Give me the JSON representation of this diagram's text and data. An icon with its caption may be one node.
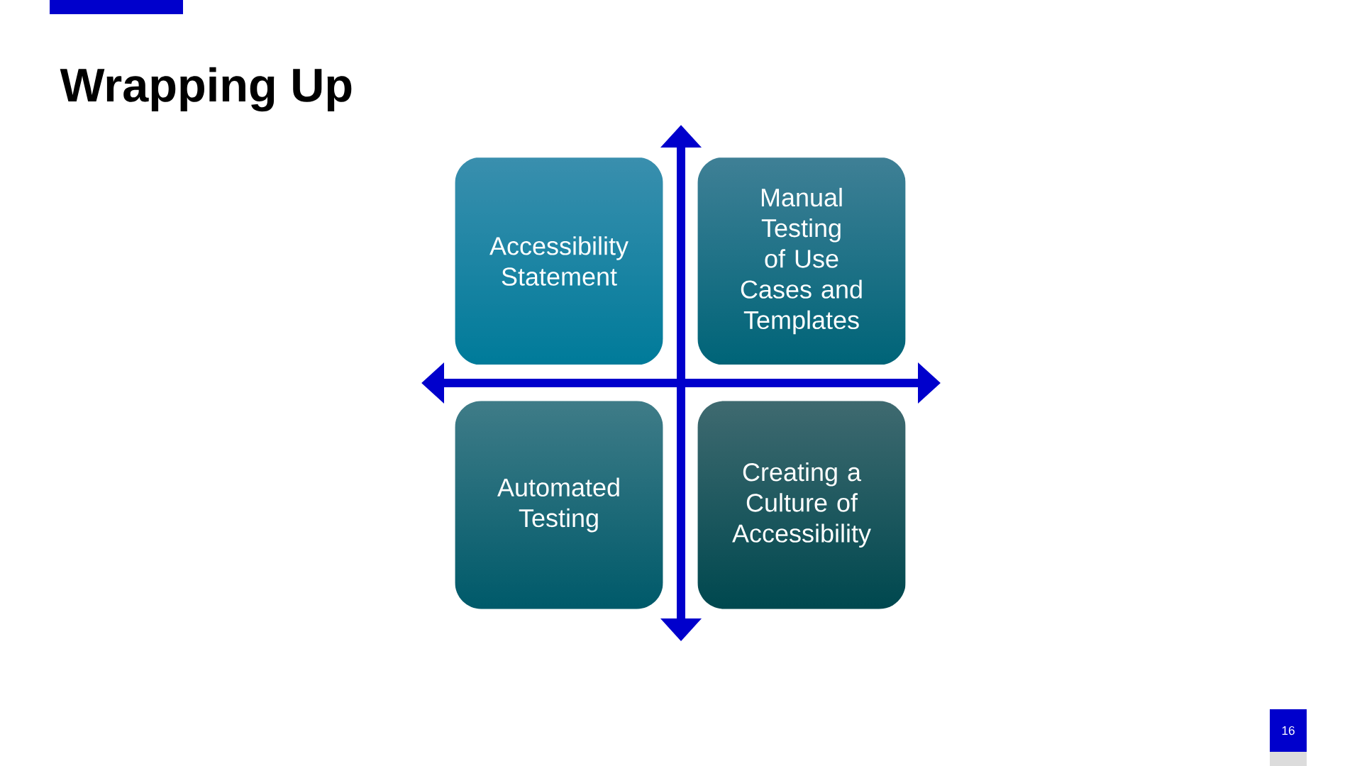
{
  "diagram": {
    "title": "Wrapping Up",
    "nodes": [
      {
        "text": [
          "Accessibility Statement"
        ]
      },
      {
        "text": [
          "Manual Testing of Use Cases and Templates"
        ]
      },
      {
        "text": [
          "Automated Testing"
        ]
      },
      {
        "text": [
          "Creating a Culture of Accessibility"
        ]
      }
    ],
    "labels": [
      "16"
    ]
  }
}
